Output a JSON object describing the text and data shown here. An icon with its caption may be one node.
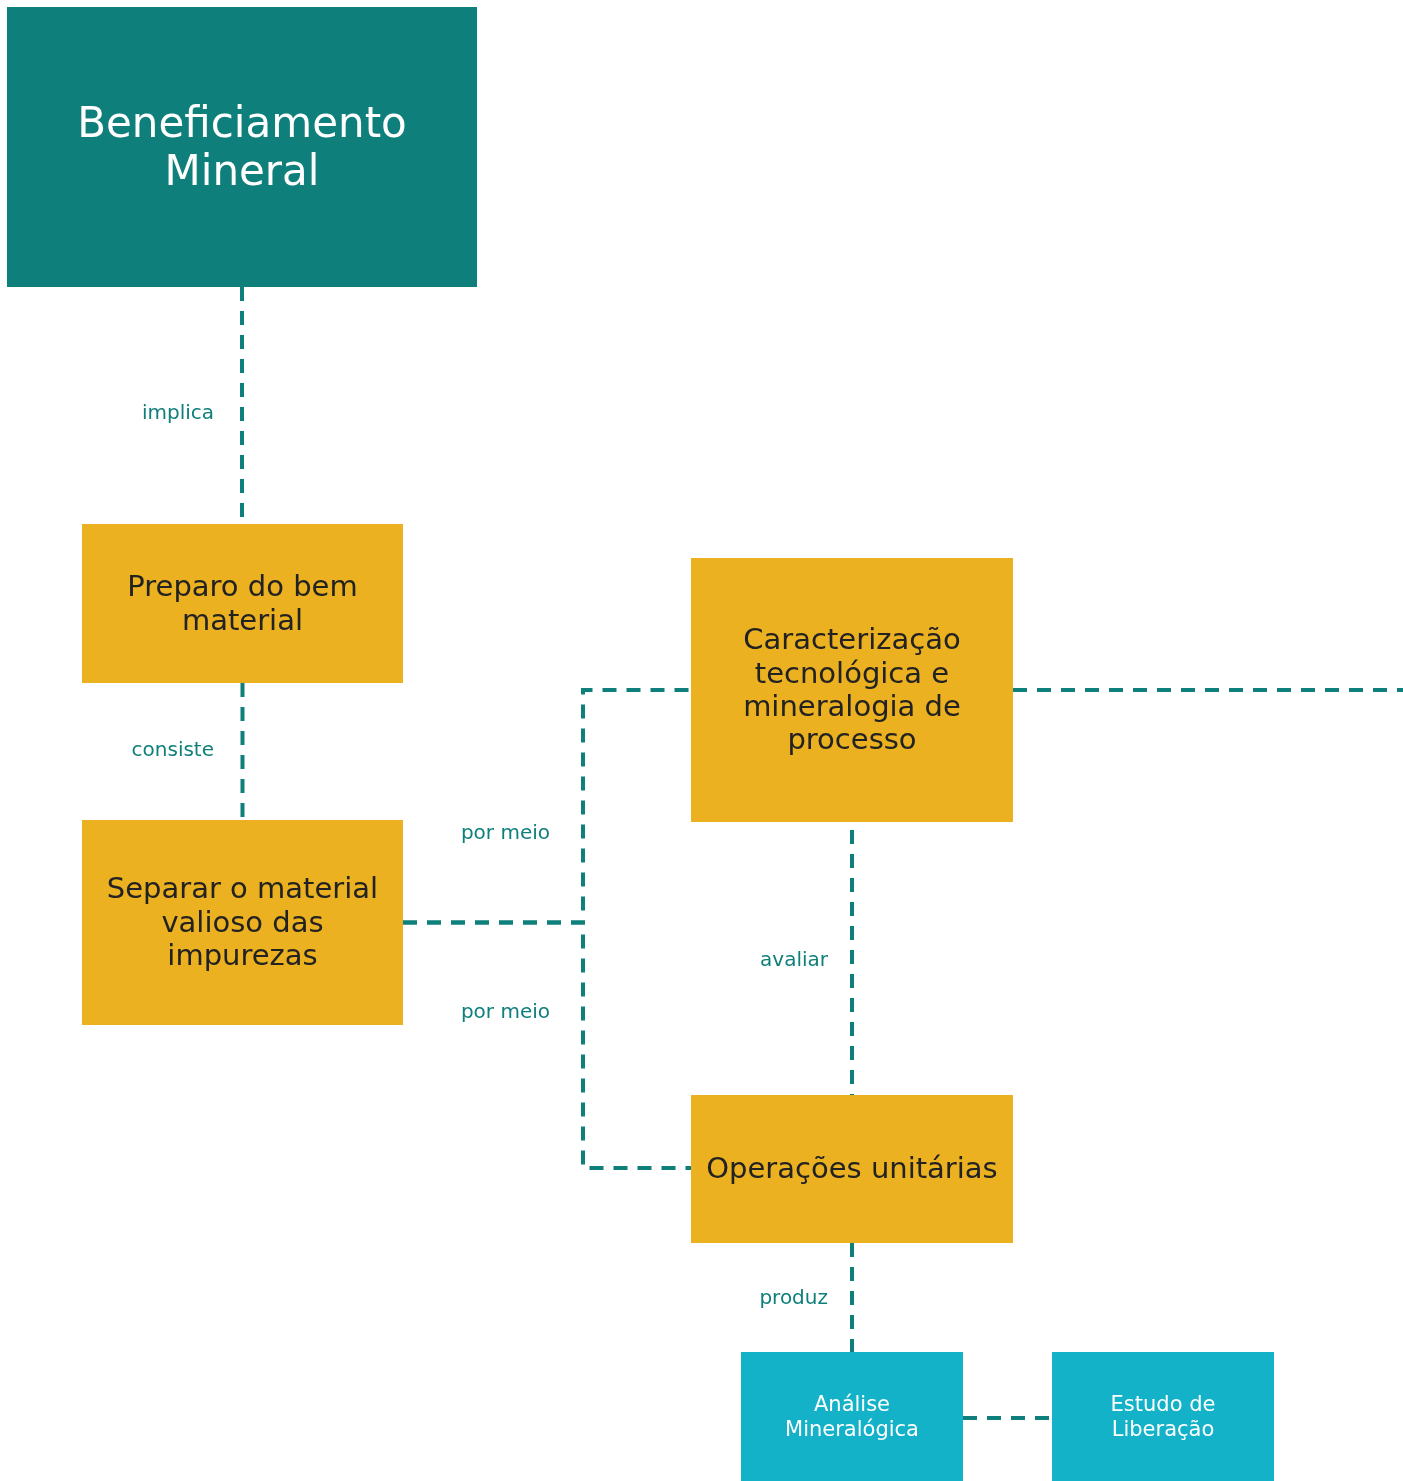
{
  "diagram": {
    "nodes": [
      {
        "text": [
          "Beneficiamento Mineral"
        ]
      },
      {
        "text": [
          "Preparo do bem material"
        ]
      },
      {
        "text": [
          "Separar o material valioso das impurezas"
        ]
      },
      {
        "text": [
          "Caracterização tecnológica e mineralogia de processo"
        ]
      },
      {
        "text": [
          "Operações unitárias"
        ]
      },
      {
        "text": [
          "Análise Mineralógica"
        ]
      },
      {
        "text": [
          "Estudo de Liberação"
        ]
      }
    ],
    "edges": [
      {
        "from": 0,
        "to": 1,
        "arrow": "none",
        "label": "implica",
        "style": "dashed"
      },
      {
        "from": 1,
        "to": 2,
        "arrow": "none",
        "label": "consiste",
        "style": "dashed"
      },
      {
        "from": 2,
        "to": 3,
        "arrow": "none",
        "label": "por meio",
        "style": "dashed"
      },
      {
        "from": 2,
        "to": 4,
        "arrow": "none",
        "label": "por meio",
        "style": "dashed"
      },
      {
        "from": 3,
        "to": null,
        "arrow": "none",
        "style": "dashed"
      },
      {
        "from": 3,
        "to": 4,
        "arrow": "none",
        "label": "avaliar",
        "style": "dashed"
      },
      {
        "from": 4,
        "to": 5,
        "arrow": "none",
        "label": "produz",
        "style": "dashed"
      },
      {
        "from": 5,
        "to": 6,
        "arrow": "none",
        "style": "dashed"
      }
    ]
  }
}
